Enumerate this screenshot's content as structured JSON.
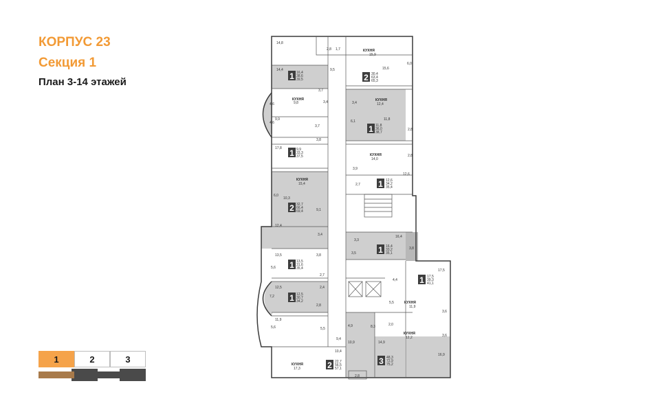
{
  "header": {
    "building": "КОРПУС 23",
    "section": "Секция 1",
    "plan": "План 3-14 этажей"
  },
  "section_selector": {
    "tabs": [
      {
        "label": "1",
        "active": true
      },
      {
        "label": "2",
        "active": false
      },
      {
        "label": "3",
        "active": false
      }
    ]
  },
  "colors": {
    "accent": "#f29a35",
    "apartment_fill": "#cfcfcf",
    "apartment_dark": "#b8b8b8",
    "room_badge": "#3d3d3d",
    "wall": "#3a3a3a"
  },
  "plan": {
    "apartments": [
      {
        "id": "a1",
        "rooms": "1",
        "info": [
          "16,4",
          "38,6",
          "39,5"
        ]
      },
      {
        "id": "a2",
        "rooms": "2",
        "info": [
          "30,4",
          "63,4",
          "65,3"
        ]
      },
      {
        "id": "a3",
        "rooms": "1",
        "info": [
          "11,8",
          "36,0",
          "38,7"
        ]
      },
      {
        "id": "a4",
        "rooms": "1",
        "info": [
          "9,9",
          "33,3",
          "37,5"
        ]
      },
      {
        "id": "a5",
        "rooms": "1",
        "info": [
          "12,6",
          "34,2",
          "35,4"
        ]
      },
      {
        "id": "a6",
        "rooms": "2",
        "info": [
          "32,7",
          "66,4",
          "69,4"
        ]
      },
      {
        "id": "a7",
        "rooms": "1",
        "info": [
          "16,4",
          "33,2",
          "35,1"
        ]
      },
      {
        "id": "a8",
        "rooms": "1",
        "info": [
          "13,5",
          "31,6",
          "35,4"
        ]
      },
      {
        "id": "a9",
        "rooms": "1",
        "info": [
          "17,5",
          "39,3",
          "41,1"
        ]
      },
      {
        "id": "a10",
        "rooms": "1",
        "info": [
          "12,5",
          "30,7",
          "34,2"
        ]
      },
      {
        "id": "a11",
        "rooms": "2",
        "info": [
          "22,7",
          "56,5",
          "57,1"
        ]
      },
      {
        "id": "a12",
        "rooms": "3",
        "info": [
          "48,3",
          "72,9",
          "75,2"
        ]
      }
    ],
    "rooms": [
      {
        "id": "r1",
        "text": "14,8"
      },
      {
        "id": "r2",
        "text": "2,8"
      },
      {
        "id": "r3",
        "text": "1,7"
      },
      {
        "id": "r4",
        "text": "КУХНЯ"
      },
      {
        "id": "r5",
        "text": "15,9"
      },
      {
        "id": "r6",
        "text": "14,4"
      },
      {
        "id": "r7",
        "text": "9,5"
      },
      {
        "id": "r8",
        "text": "15,6"
      },
      {
        "id": "r9",
        "text": "6,0"
      },
      {
        "id": "r10",
        "text": "3,7"
      },
      {
        "id": "r11",
        "text": "4,6"
      },
      {
        "id": "r12",
        "text": "КУХНЯ"
      },
      {
        "id": "r13",
        "text": "9,8"
      },
      {
        "id": "r14",
        "text": "3,4"
      },
      {
        "id": "r15",
        "text": "3,4"
      },
      {
        "id": "r16",
        "text": "КУХНЯ"
      },
      {
        "id": "r17",
        "text": "12,4"
      },
      {
        "id": "r18",
        "text": "4,6"
      },
      {
        "id": "r19",
        "text": "9,9"
      },
      {
        "id": "r20",
        "text": "3,7"
      },
      {
        "id": "r21",
        "text": "6,1"
      },
      {
        "id": "r22",
        "text": "11,8"
      },
      {
        "id": "r23",
        "text": "2,8"
      },
      {
        "id": "r24",
        "text": "3,8"
      },
      {
        "id": "r25",
        "text": "17,8"
      },
      {
        "id": "r26",
        "text": "2,8"
      },
      {
        "id": "r27",
        "text": "КУХНЯ"
      },
      {
        "id": "r28",
        "text": "14,0"
      },
      {
        "id": "r29",
        "text": "3,9"
      },
      {
        "id": "r30",
        "text": "12,6"
      },
      {
        "id": "r31",
        "text": "КУХНЯ"
      },
      {
        "id": "r32",
        "text": "15,4"
      },
      {
        "id": "r33",
        "text": "2,7"
      },
      {
        "id": "r34",
        "text": "6,0"
      },
      {
        "id": "r35",
        "text": "10,3"
      },
      {
        "id": "r36",
        "text": "9,1"
      },
      {
        "id": "r37",
        "text": "12,4"
      },
      {
        "id": "r38",
        "text": "3,4"
      },
      {
        "id": "r39",
        "text": "3,3"
      },
      {
        "id": "r40",
        "text": "16,4"
      },
      {
        "id": "r41",
        "text": "3,8"
      },
      {
        "id": "r42",
        "text": "13,5"
      },
      {
        "id": "r43",
        "text": "3,8"
      },
      {
        "id": "r44",
        "text": "3,5"
      },
      {
        "id": "r45",
        "text": "2,7"
      },
      {
        "id": "r46",
        "text": "5,6"
      },
      {
        "id": "r47",
        "text": "17,5"
      },
      {
        "id": "r48",
        "text": "2,4"
      },
      {
        "id": "r49",
        "text": "4,4"
      },
      {
        "id": "r50",
        "text": "12,5"
      },
      {
        "id": "r51",
        "text": "7,2"
      },
      {
        "id": "r52",
        "text": "КУХНЯ"
      },
      {
        "id": "r53",
        "text": "11,9"
      },
      {
        "id": "r54",
        "text": "2,8"
      },
      {
        "id": "r55",
        "text": "5,5"
      },
      {
        "id": "r56",
        "text": "3,6"
      },
      {
        "id": "r57",
        "text": "11,9"
      },
      {
        "id": "r58",
        "text": "5,5"
      },
      {
        "id": "r59",
        "text": "4,9"
      },
      {
        "id": "r60",
        "text": "8,3"
      },
      {
        "id": "r61",
        "text": "2,0"
      },
      {
        "id": "r62",
        "text": "5,6"
      },
      {
        "id": "r63",
        "text": "9,4"
      },
      {
        "id": "r64",
        "text": "КУХНЯ"
      },
      {
        "id": "r65",
        "text": "12,2"
      },
      {
        "id": "r66",
        "text": "3,6"
      },
      {
        "id": "r67",
        "text": "10,9"
      },
      {
        "id": "r68",
        "text": "14,9"
      },
      {
        "id": "r69",
        "text": "10,4"
      },
      {
        "id": "r70",
        "text": "16,9"
      },
      {
        "id": "r71",
        "text": "КУХНЯ"
      },
      {
        "id": "r72",
        "text": "17,3"
      },
      {
        "id": "r73",
        "text": "2,8"
      }
    ]
  }
}
